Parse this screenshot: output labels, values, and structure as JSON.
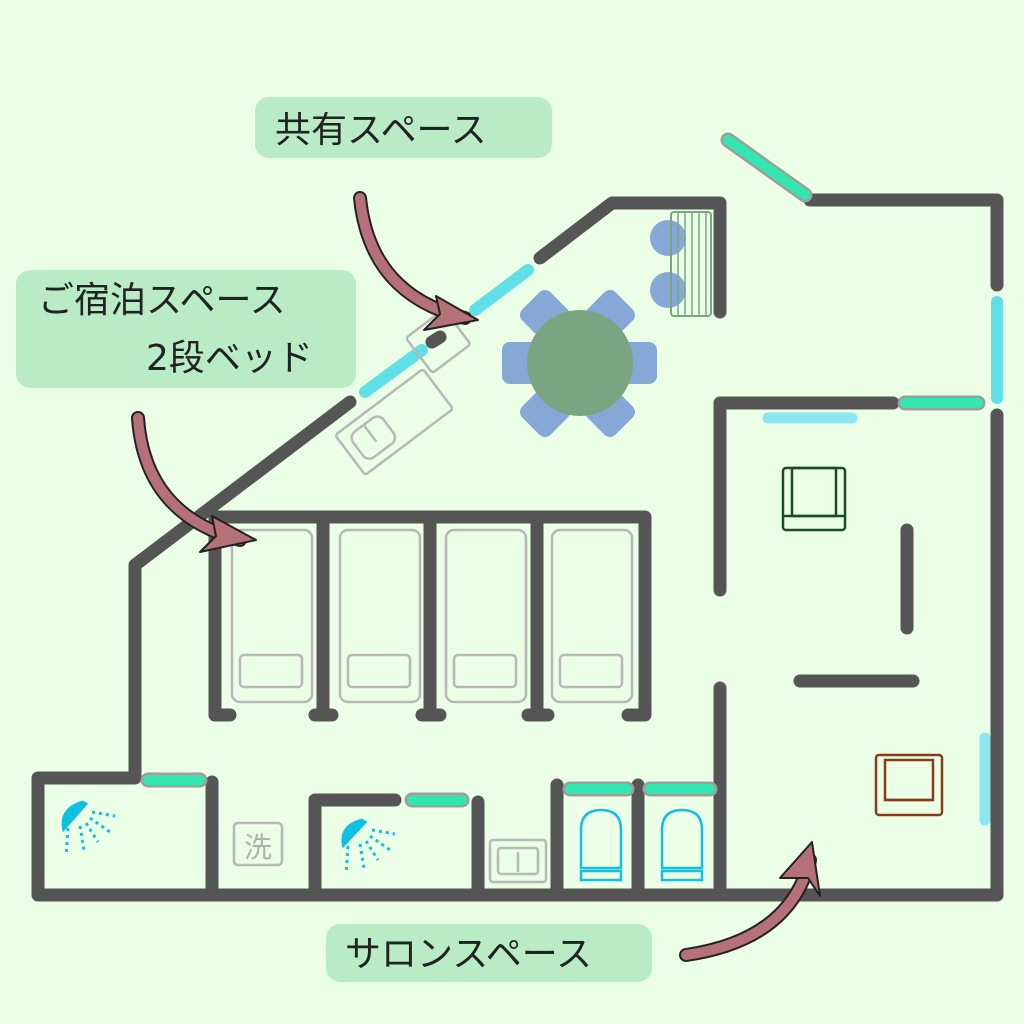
{
  "labels": {
    "shared_space": "共有スペース",
    "lodging_space": "ご宿泊スペース",
    "bunk_beds": "2段ベッド",
    "salon_space": "サロンスペース",
    "washer": "洗"
  },
  "colors": {
    "background": "#eaffe6",
    "label_box": "#b9ecc5",
    "wall": "#555555",
    "window": "#5fe0e6",
    "door": "#33e8b0",
    "arrow": "#b5707a",
    "table": "#7aa580",
    "chair": "#86a8d6"
  }
}
